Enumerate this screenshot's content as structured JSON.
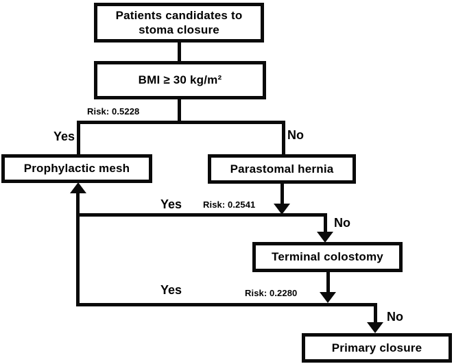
{
  "flowchart": {
    "title_hint": "Decision tree for stoma closure",
    "colors": {
      "line": "#0a0a0a",
      "background": "#ffffff",
      "text": "#000000"
    },
    "nodes": {
      "patients_candidates": {
        "line1": "Patients candidates to",
        "line2": "stoma closure"
      },
      "bmi": {
        "label": "BMI ≥ 30 kg/m²"
      },
      "prophylactic_mesh": {
        "label": "Prophylactic mesh"
      },
      "parastomal_hernia": {
        "label": "Parastomal hernia"
      },
      "terminal_colostomy": {
        "label": "Terminal colostomy"
      },
      "primary_closure": {
        "label": "Primary closure"
      }
    },
    "branches": {
      "bmi_split": {
        "risk": "Risk: 0.5228",
        "yes": "Yes",
        "no": "No"
      },
      "parastomal_split": {
        "risk": "Risk: 0.2541",
        "yes": "Yes",
        "no": "No"
      },
      "terminal_split": {
        "risk": "Risk: 0.2280",
        "yes": "Yes",
        "no": "No"
      }
    }
  }
}
